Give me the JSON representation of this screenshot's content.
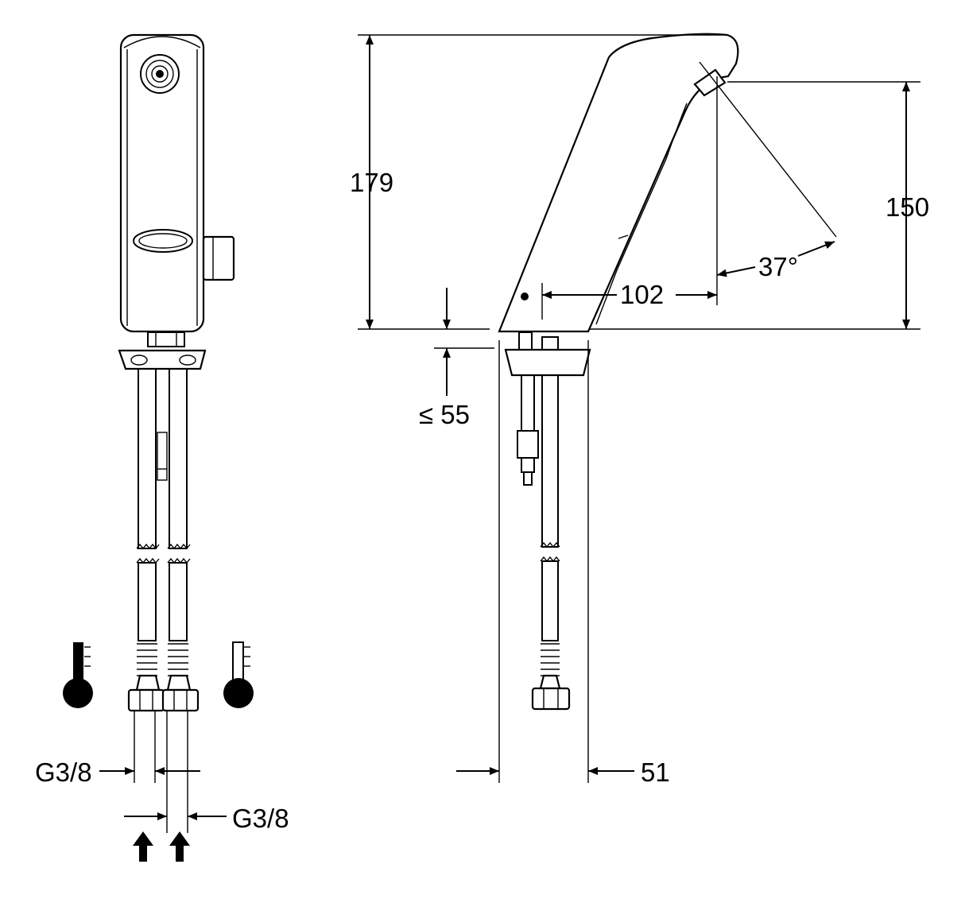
{
  "dimensions": {
    "total_height": "179",
    "outlet_height": "150",
    "spray_angle": "37°",
    "reach": "102",
    "max_deck_thickness": "≤ 55",
    "base_width": "51",
    "connection_left": "G3/8",
    "connection_right": "G3/8"
  },
  "icons": {
    "hot": "thermometer-hot-icon",
    "cold": "thermometer-cold-icon",
    "flow": "arrow-up-icon"
  },
  "colors": {
    "line": "#000000",
    "background": "#ffffff"
  }
}
